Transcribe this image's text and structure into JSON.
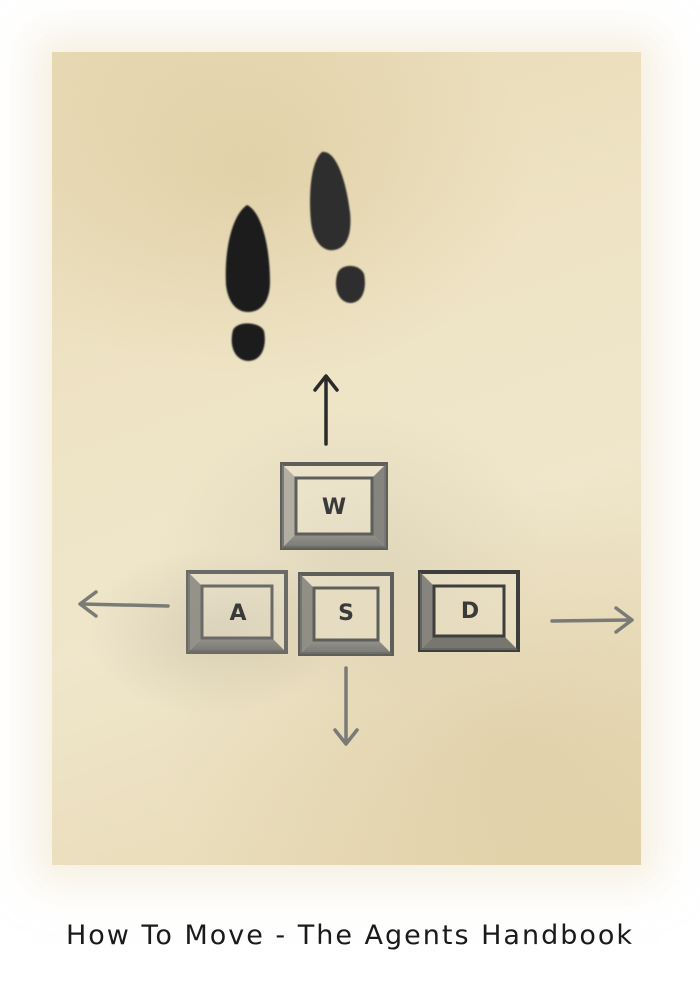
{
  "caption": "How To Move - The Agents Handbook",
  "keys": {
    "w": "W",
    "a": "A",
    "s": "S",
    "d": "D"
  },
  "icons": {
    "footprints": "footprints-icon",
    "arrow_up": "arrow-up-icon",
    "arrow_left": "arrow-left-icon",
    "arrow_down": "arrow-down-icon",
    "arrow_right": "arrow-right-icon"
  },
  "colors": {
    "paper": "#eee3c4",
    "ink": "#2a2a2a",
    "key_ink": "#5a5a5a"
  }
}
